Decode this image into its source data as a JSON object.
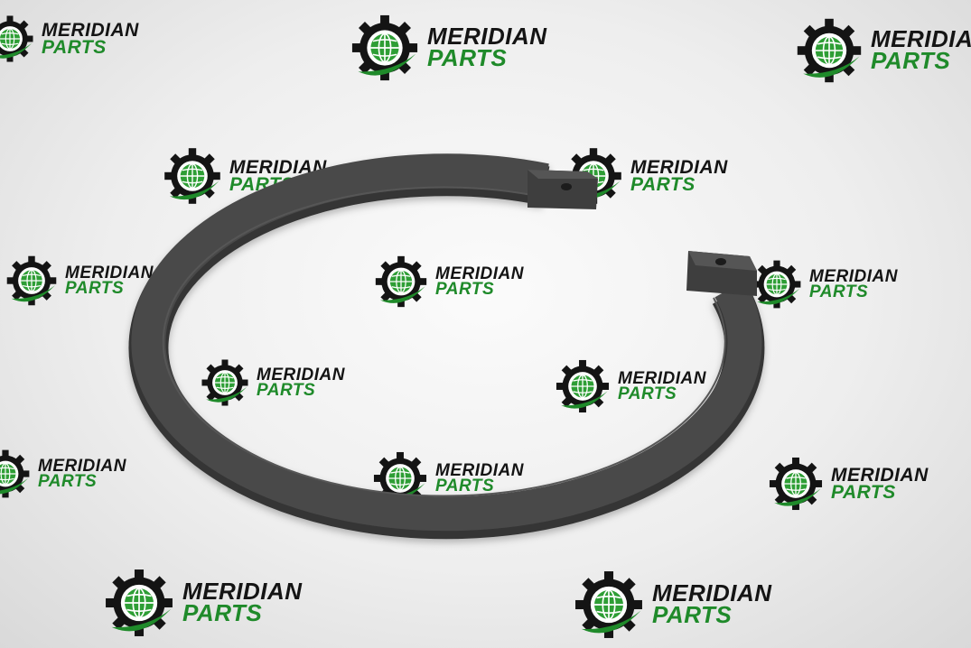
{
  "watermark": {
    "line1": "MERIDIAN",
    "line2": "PARTS",
    "icon": "gear-globe-icon",
    "colors": {
      "dark": "#141414",
      "green": "#1f8a2a"
    }
  },
  "product": {
    "name_icon": "snap-ring",
    "color": "#474747",
    "background": "#eeeeee"
  }
}
